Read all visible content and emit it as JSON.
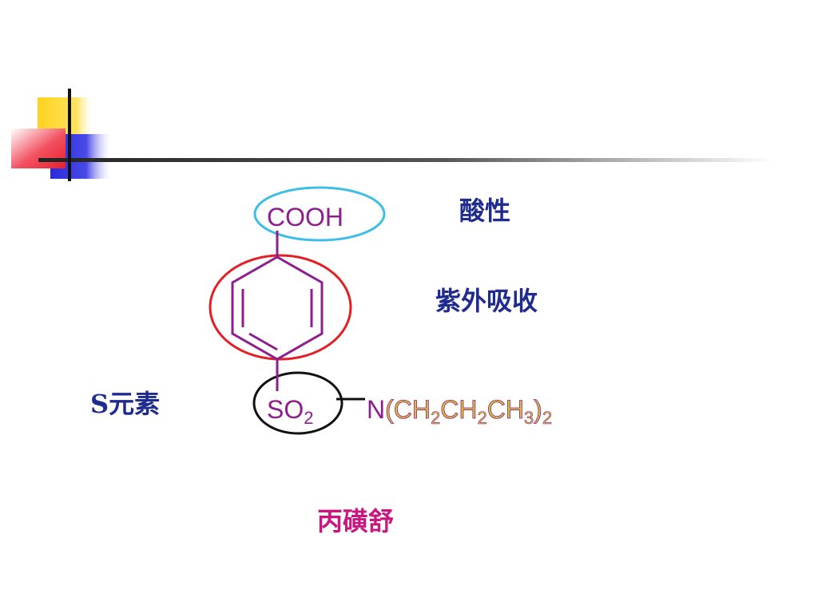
{
  "colors": {
    "label_blue": "#1F2B8E",
    "label_magenta": "#C8177F",
    "molecule_purple": "#8E1E8E",
    "chain_yellow": "#D8C030",
    "ellipse_cyan": "#3CBEE6",
    "ellipse_red": "#E31E24",
    "ellipse_black": "#111111",
    "deco_yellow": "#FFD21F",
    "deco_red": "#F03040",
    "deco_blue": "#2A2ADC"
  },
  "labels": {
    "acidic": "酸性",
    "uv_absorption": "紫外吸收",
    "sulfur_element": "S元素",
    "drug_name": "丙磺舒"
  },
  "molecule": {
    "carboxyl": "COOH",
    "sulfonyl_base": "SO",
    "sulfonyl_sub": "2",
    "amine_n": "N",
    "paren_open": "(",
    "ch_a": "CH",
    "sub_a": "2",
    "ch_b": "CH",
    "sub_b": "2",
    "ch_c": "CH",
    "sub_c": "3",
    "paren_close": ")",
    "sub_outer": "2"
  }
}
